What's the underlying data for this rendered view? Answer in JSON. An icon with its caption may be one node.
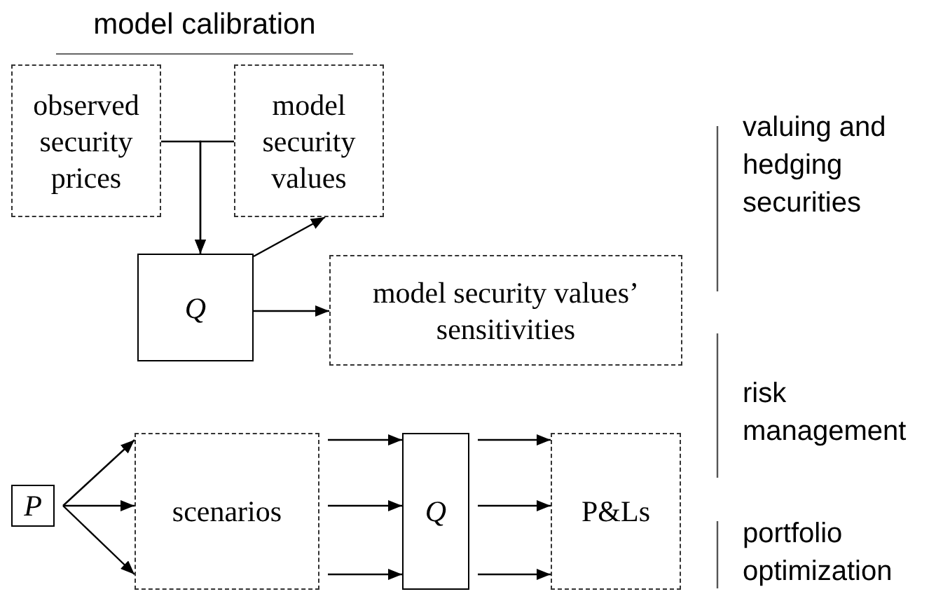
{
  "diagram": {
    "title": "model calibration",
    "nodes": [
      {
        "text": [
          "observed security prices"
        ]
      },
      {
        "text": [
          "model security values"
        ]
      },
      {
        "text": [
          "Q"
        ]
      },
      {
        "text": [
          "model security values’ sensitivities"
        ]
      },
      {
        "text": [
          "P"
        ]
      },
      {
        "text": [
          "scenarios"
        ]
      },
      {
        "text": [
          "Q"
        ]
      },
      {
        "text": [
          "P&Ls"
        ]
      }
    ],
    "edges": [
      {
        "from": 0,
        "to": 2,
        "arrow": "to"
      },
      {
        "from": 1,
        "to": 2,
        "arrow": "to"
      },
      {
        "from": 2,
        "to": 1,
        "arrow": "to"
      },
      {
        "from": 2,
        "to": 3,
        "arrow": "to"
      },
      {
        "from": 4,
        "to": 5,
        "arrow": "to"
      },
      {
        "from": 4,
        "to": 5,
        "arrow": "to"
      },
      {
        "from": 4,
        "to": 5,
        "arrow": "to"
      },
      {
        "from": 5,
        "to": 6,
        "arrow": "to"
      },
      {
        "from": 5,
        "to": 6,
        "arrow": "to"
      },
      {
        "from": 5,
        "to": 6,
        "arrow": "to"
      },
      {
        "from": 6,
        "to": 7,
        "arrow": "to"
      },
      {
        "from": 6,
        "to": 7,
        "arrow": "to"
      },
      {
        "from": 6,
        "to": 7,
        "arrow": "to"
      }
    ],
    "labels": [
      "valuing and hedging securities",
      "risk management",
      "portfolio optimization"
    ]
  }
}
